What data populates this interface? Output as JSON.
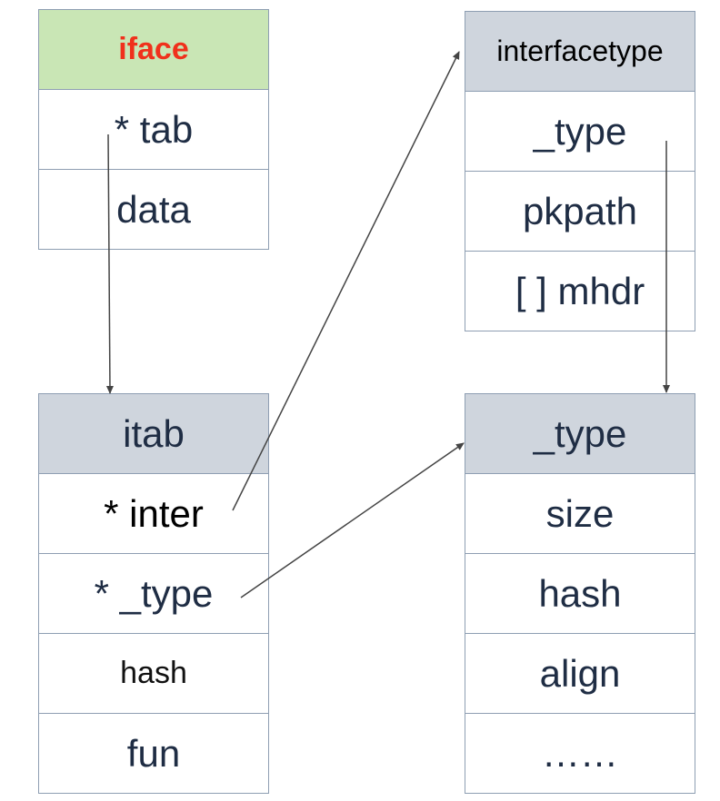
{
  "iface": {
    "title": "iface",
    "fields": [
      "* tab",
      "data"
    ]
  },
  "interfacetype": {
    "title": "interfacetype",
    "fields": [
      "_type",
      "pkpath",
      "[ ] mhdr"
    ]
  },
  "itab": {
    "title": "itab",
    "fields": [
      "* inter",
      "* _type",
      "hash",
      "fun"
    ]
  },
  "type_struct": {
    "title": "_type",
    "fields": [
      "size",
      "hash",
      "align",
      "……"
    ]
  },
  "colors": {
    "iface_header": "#c9e6b5",
    "header_grey": "#cfd5dd",
    "title_red": "#f0311c",
    "border": "#8e9eb2"
  }
}
